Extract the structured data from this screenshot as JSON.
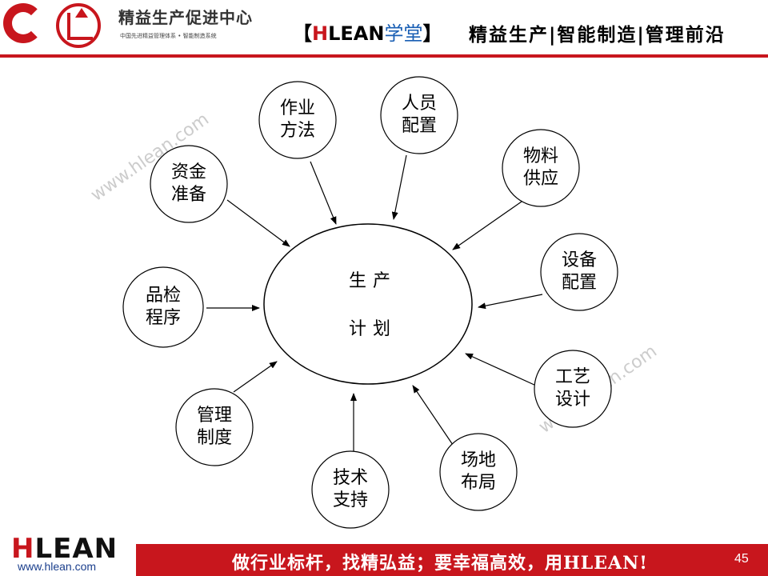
{
  "header": {
    "org_name": "精益生产促进中心",
    "org_subtitle": "中国先进精益管理体系 • 智能制造系统",
    "brand_tag_open": "【",
    "brand_tag_h": "H",
    "brand_tag_name": "LEAN",
    "brand_tag_suffix": "学堂",
    "brand_tag_close": "】",
    "slogan": "精益生产|智能制造|管理前沿"
  },
  "diagram": {
    "center": {
      "line1": "生产",
      "line2": "计划"
    },
    "nodes": [
      {
        "id": "zuoye",
        "line1": "作业",
        "line2": "方法"
      },
      {
        "id": "renyuan",
        "line1": "人员",
        "line2": "配置"
      },
      {
        "id": "wuliao",
        "line1": "物料",
        "line2": "供应"
      },
      {
        "id": "zijin",
        "line1": "资金",
        "line2": "准备"
      },
      {
        "id": "shebei",
        "line1": "设备",
        "line2": "配置"
      },
      {
        "id": "pinjian",
        "line1": "品检",
        "line2": "程序"
      },
      {
        "id": "gongyi",
        "line1": "工艺",
        "line2": "设计"
      },
      {
        "id": "guanli",
        "line1": "管理",
        "line2": "制度"
      },
      {
        "id": "changdi",
        "line1": "场地",
        "line2": "布局"
      },
      {
        "id": "jishu",
        "line1": "技术",
        "line2": "支持"
      }
    ],
    "watermark": "www.hlean.com"
  },
  "footer": {
    "logo_h": "H",
    "logo_rest": "LEAN",
    "url": "www.hlean.com",
    "slogan": "做行业标杆，找精弘益；要幸福高效，用HLEAN!",
    "page_number": "45"
  },
  "colors": {
    "brand_red": "#c8161d",
    "brand_blue": "#1a5fb4"
  }
}
